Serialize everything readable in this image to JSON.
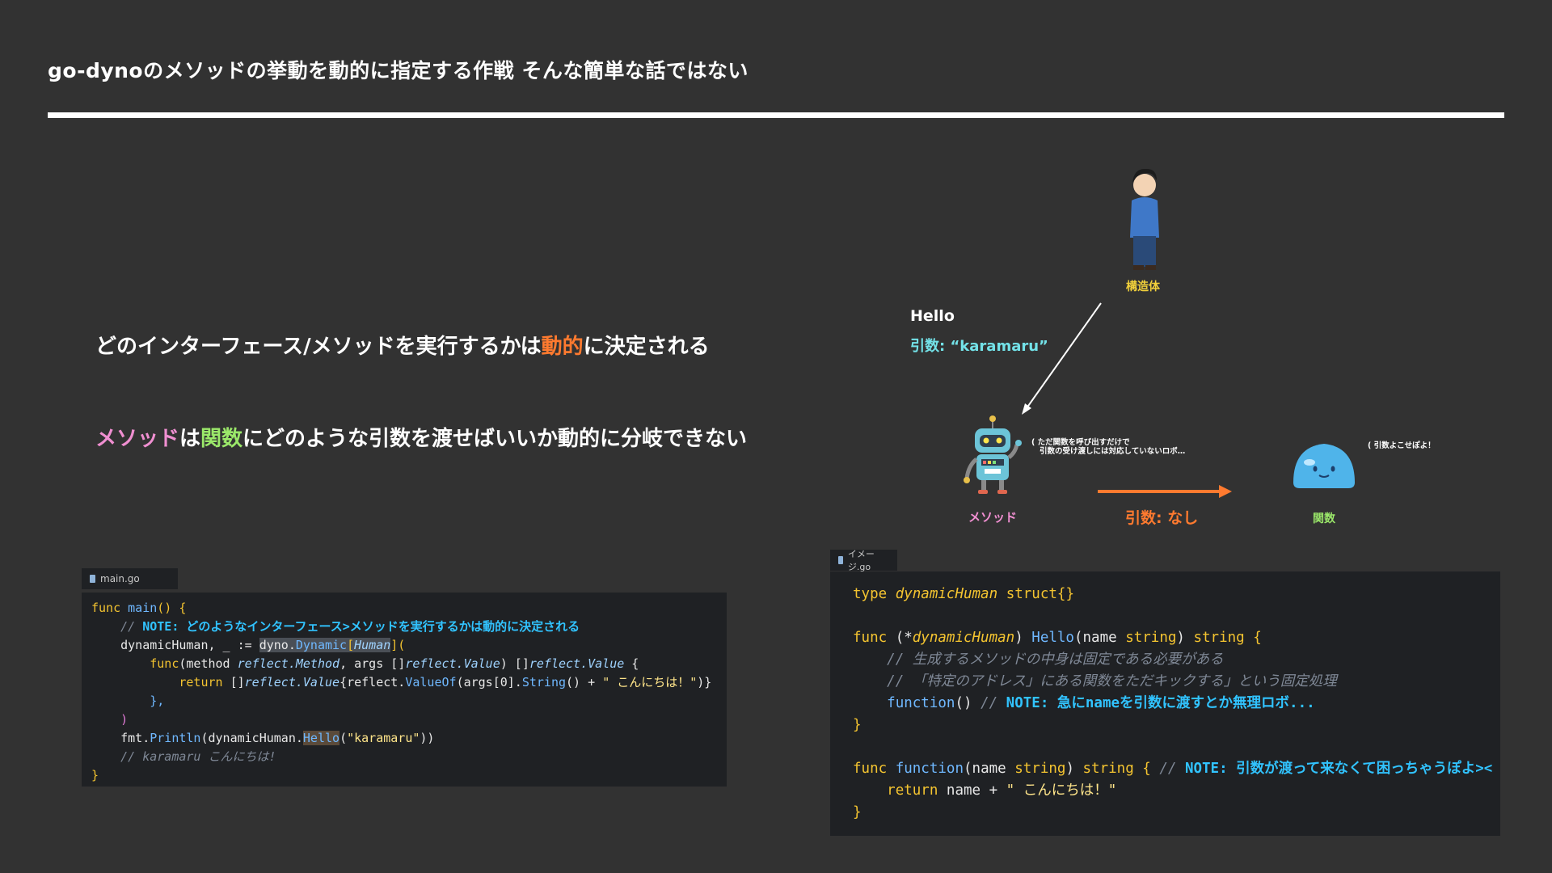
{
  "slide": {
    "title": "go-dynoのメソッドの挙動を動的に指定する作戦 そんな簡単な話ではない"
  },
  "points": {
    "p1": {
      "before": "どのインターフェース/メソッドを実行するかは",
      "highlight": "動的",
      "after": "に決定される"
    },
    "p2": {
      "h1": "メソッド",
      "mid1": "は",
      "h2": "関数",
      "after": "にどのような引数を渡せばいいか動的に分岐できない"
    }
  },
  "diagram": {
    "struct_label": "構造体",
    "method_label": "メソッド",
    "func_label": "関数",
    "call_name": "Hello",
    "call_arg_prefix": "引数: ",
    "call_arg_value": "“karamaru”",
    "no_arg_label": "引数: なし",
    "robot_bubble_line1": "( ただ関数を呼び出すだけで",
    "robot_bubble_line2": "引数の受け渡しには対応していないロボ…",
    "slime_bubble": "( 引数よこせぽよ！",
    "colors": {
      "arrow_orange": "#ff7a2f",
      "struct": "#f2d13b",
      "method": "#f08fd1",
      "func": "#9be86a"
    }
  },
  "code_main": {
    "filename": "main.go",
    "l1_func": "func",
    "l1_name": "main",
    "l1_rest": "() {",
    "l2_cm": "// ",
    "l2_note": "NOTE: どのようなインターフェース>メソッドを実行するかは動的に決定される",
    "l3_a": "dynamicHuman, _ := ",
    "l3_pkg": "dyno.",
    "l3_fn": "Dynamic",
    "l3_br": "[",
    "l3_type": "Human",
    "l3_br2": "](",
    "l4_func": "func",
    "l4_a": "(method ",
    "l4_t1": "reflect.Method",
    "l4_b": ", args []",
    "l4_t2": "reflect.Value",
    "l4_c": ") []",
    "l4_t3": "reflect.Value",
    "l4_d": " {",
    "l5_ret": "return",
    "l5_a": " []",
    "l5_t": "reflect.Value",
    "l5_b": "{reflect.",
    "l5_fn": "ValueOf",
    "l5_c": "(args[0].",
    "l5_fn2": "String",
    "l5_d": "() + ",
    "l5_str": "\" こんにちは！\"",
    "l5_e": ")}",
    "l6": "},",
    "l7": ")",
    "l8_a": "fmt.",
    "l8_fn": "Println",
    "l8_b": "(dynamicHuman.",
    "l8_m": "Hello",
    "l8_c": "(",
    "l8_str": "\"karamaru\"",
    "l8_d": "))",
    "l9_cm": "// karamaru こんにちは!",
    "l10": "}"
  },
  "code_image": {
    "filename": "イメージ.go",
    "l1_type": "type",
    "l1_name": "dynamicHuman",
    "l1_struct": "struct",
    "l1_br": "{}",
    "l3_func": "func",
    "l3_a": " (*",
    "l3_t": "dynamicHuman",
    "l3_b": ") ",
    "l3_fn": "Hello",
    "l3_c": "(name ",
    "l3_kw": "string",
    "l3_d": ") ",
    "l3_kw2": "string",
    "l3_e": " {",
    "l4_cm": "// 生成するメソッドの中身は固定である必要がある",
    "l5_cm": "// 「特定のアドレス」にある関数をただキックする」という固定処理",
    "l6_fn": "function",
    "l6_a": "() ",
    "l6_cm": "// ",
    "l6_note": "NOTE: 急にnameを引数に渡すとか無理ロボ...",
    "l7": "}",
    "l9_func": "func",
    "l9_fn": "function",
    "l9_a": "(name ",
    "l9_kw": "string",
    "l9_b": ") ",
    "l9_kw2": "string",
    "l9_c": " { ",
    "l9_cm": "// ",
    "l9_note": "NOTE: 引数が渡って来なくて困っちゃうぽよ><",
    "l10_ret": "return",
    "l10_a": " name + ",
    "l10_str": "\" こんにちは！\"",
    "l11": "}"
  }
}
